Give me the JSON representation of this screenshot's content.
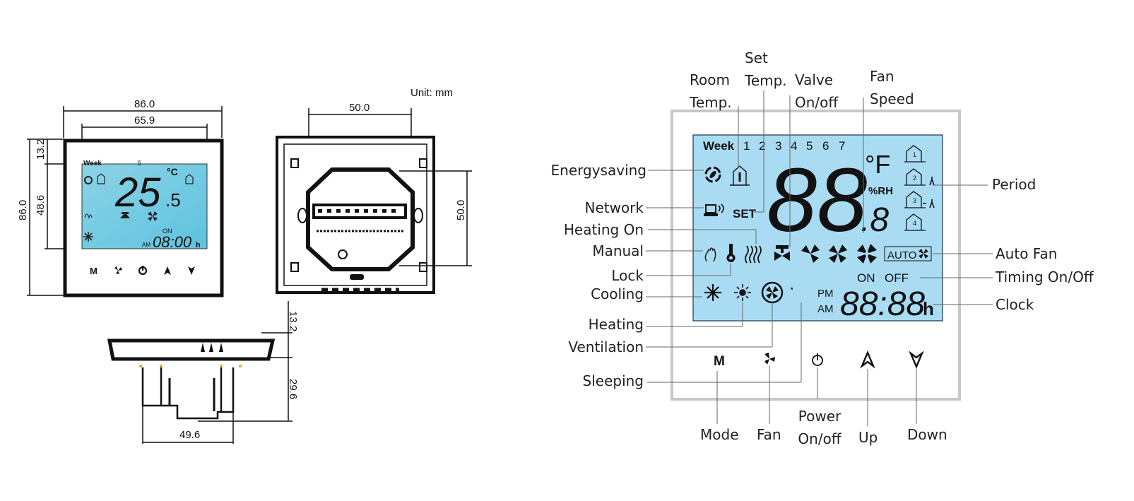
{
  "unit_label": "Unit: mm",
  "front_view": {
    "width_outer": "86.0",
    "width_screen": "65.9",
    "height_outer": "86.0",
    "screen_top_offset": "13.2",
    "screen_height": "48.6",
    "lcd": {
      "week_label": "Week",
      "day": "5",
      "temperature_main": "25",
      "temperature_decimal": ".5",
      "temp_unit": "°C",
      "timer_state": "ON",
      "ampm": "AM",
      "clock": "08:00",
      "clock_suffix": "h"
    }
  },
  "back_view": {
    "mount_width": "50.0",
    "mount_height": "50.0"
  },
  "side_view": {
    "depth_front": "13.2",
    "depth_back": "29.6",
    "box_width": "49.6"
  },
  "lcd_legend": {
    "week_label": "Week",
    "days": [
      "1",
      "2",
      "3",
      "4",
      "5",
      "6",
      "7"
    ],
    "temp_unit": "°F",
    "humidity_unit": "%RH",
    "set_label": "SET",
    "big_digits": "88",
    "decimal_digit": ".8",
    "auto_label": "AUTO",
    "timer_on": "ON",
    "timer_off": "OFF",
    "pm_label": "PM",
    "am_label": "AM",
    "clock": "88:88",
    "clock_suffix": "h",
    "period_numbers": [
      "1",
      "2",
      "3",
      "4"
    ],
    "backlight_color": "#a9dcf3"
  },
  "callouts": {
    "top": [
      "Room Temp.",
      "Set Temp.",
      "Valve On/off",
      "Fan Speed"
    ],
    "left": [
      "Energysaving",
      "Network",
      "Heating On",
      "Manual",
      "Lock",
      "Cooling",
      "Heating",
      "Ventilation",
      "Sleeping"
    ],
    "right": [
      "Period",
      "Auto Fan",
      "Timing On/Off",
      "Clock"
    ],
    "bottom": [
      "Mode",
      "Fan",
      "Power On/off",
      "Up",
      "Down"
    ]
  },
  "buttons": [
    {
      "name": "mode",
      "glyph": "M"
    },
    {
      "name": "fan",
      "glyph": "fan"
    },
    {
      "name": "power",
      "glyph": "power"
    },
    {
      "name": "up",
      "glyph": "up"
    },
    {
      "name": "down",
      "glyph": "down"
    }
  ]
}
